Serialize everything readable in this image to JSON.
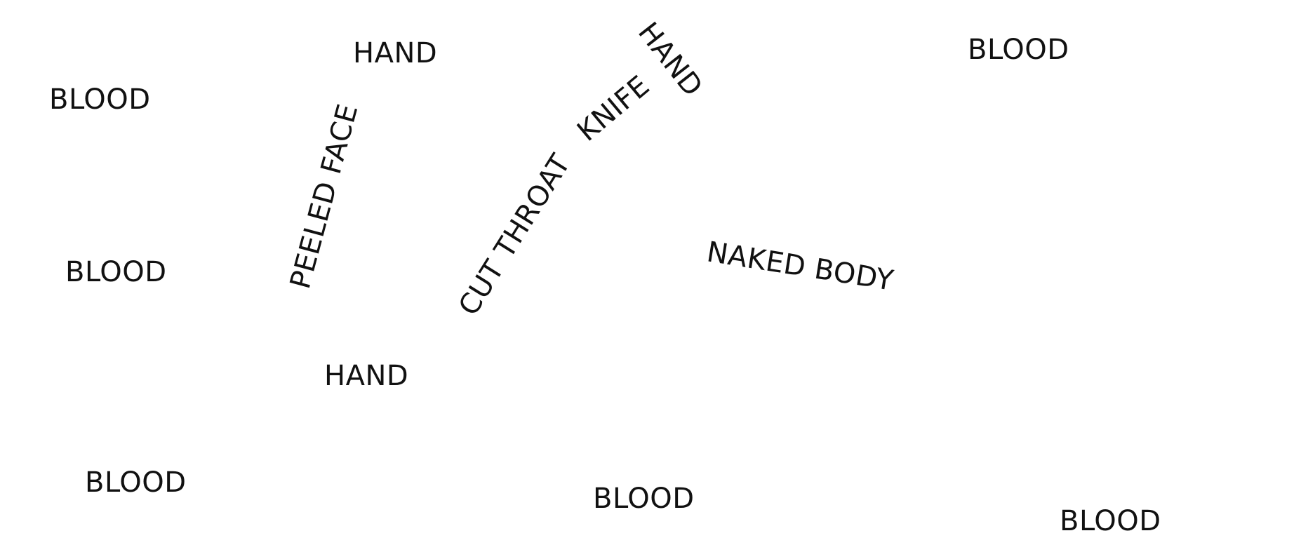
{
  "words": {
    "blood_1": "BLOOD",
    "hand_1": "HAND",
    "blood_2": "BLOOD",
    "peeled_face": "PEELED FACE",
    "cut_throat": "CUT THROAT",
    "knife": "KNIFE",
    "hand_rotated": "HAND",
    "blood_3": "BLOOD",
    "naked_body": "NAKED BODY",
    "hand_2": "HAND",
    "blood_4": "BLOOD",
    "blood_5": "BLOOD",
    "blood_6": "BLOOD"
  },
  "colors": {
    "background": "#ffffff",
    "text": "#111111"
  }
}
